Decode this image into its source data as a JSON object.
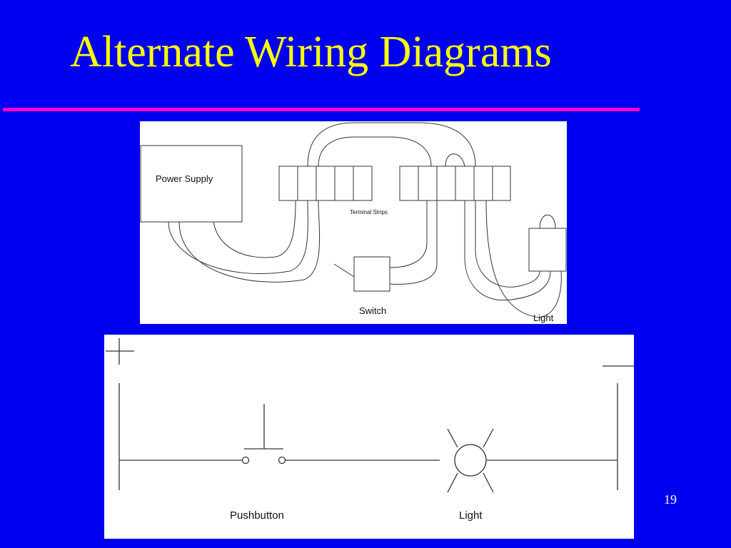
{
  "slide": {
    "title": "Alternate Wiring Diagrams",
    "page_number": "19"
  },
  "colors": {
    "background": "#0000f0",
    "title": "#ffff00",
    "rule": "#ff00cc",
    "panel": "#ffffff",
    "line": "#333333"
  },
  "pictorial_diagram": {
    "power_supply_label": "Power Supply",
    "terminal_strips_label": "Terminal Strips",
    "switch_label": "Switch",
    "light_label": "Light"
  },
  "ladder_diagram": {
    "pushbutton_label": "Pushbutton",
    "light_label": "Light"
  }
}
